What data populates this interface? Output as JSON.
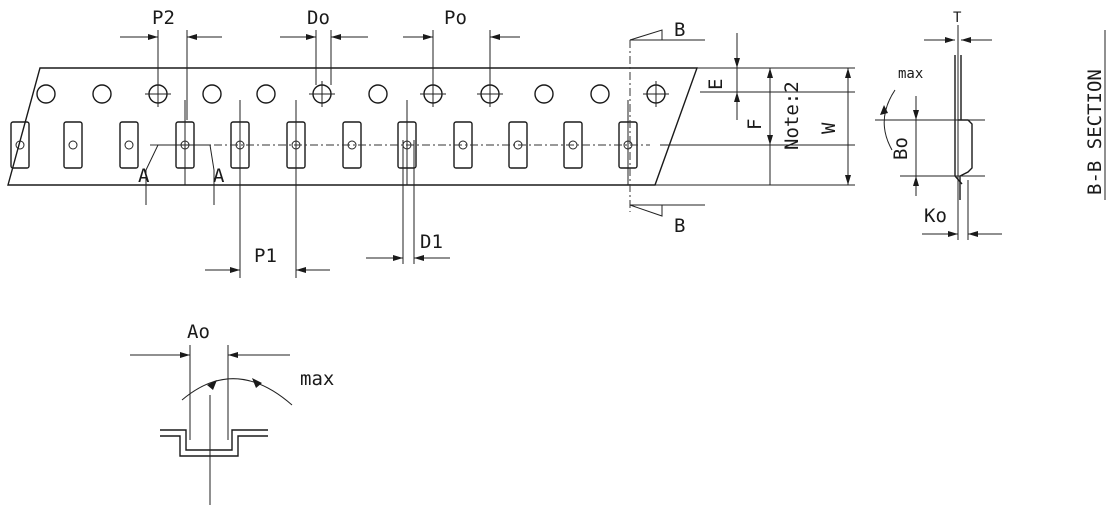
{
  "labels": {
    "p2": "P2",
    "do": "Do",
    "po": "Po",
    "b_top": "B",
    "b_bottom": "B",
    "e": "E",
    "f": "F",
    "note": "Note:2",
    "w": "W",
    "max_section": "max",
    "bo": "Bo",
    "ko": "Ko",
    "t": "T",
    "section_title": "B-B SECTION",
    "a_left": "A",
    "a_right": "A",
    "p1": "P1",
    "d1": "D1",
    "ao": "Ao",
    "max_detail": "max"
  }
}
